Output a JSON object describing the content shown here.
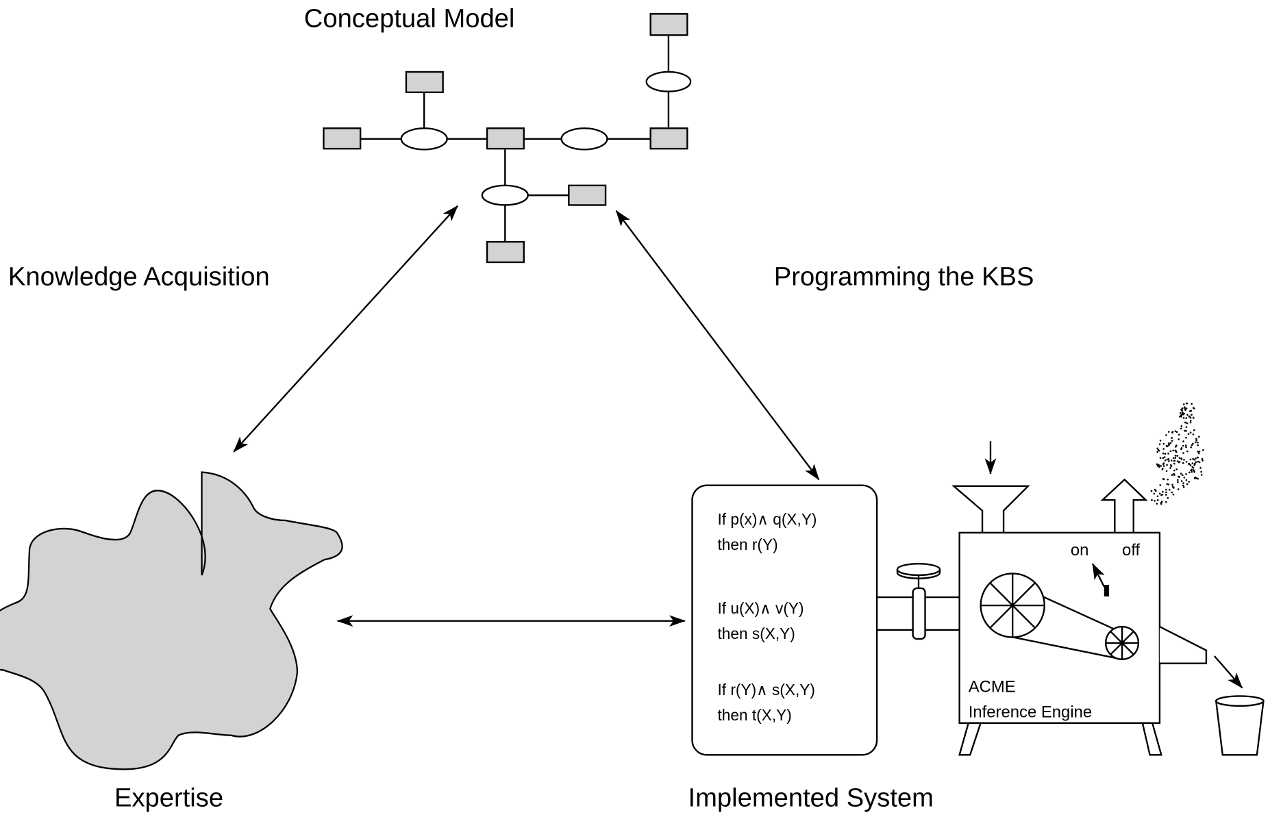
{
  "title_labels": {
    "conceptual_model": "Conceptual Model",
    "knowledge_acquisition": "Knowledge Acquisition",
    "programming_kbs": "Programming the KBS",
    "expertise": "Expertise",
    "implemented_system": "Implemented System"
  },
  "rules": [
    {
      "if": "If p(x)∧ q(X,Y)",
      "then": "then r(Y)"
    },
    {
      "if": "If u(X)∧ v(Y)",
      "then": "then s(X,Y)"
    },
    {
      "if": "If r(Y)∧ s(X,Y)",
      "then": "then t(X,Y)"
    }
  ],
  "engine": {
    "brand": "ACME",
    "name": "Inference Engine",
    "switch_on": "on",
    "switch_off": "off"
  },
  "colors": {
    "node_fill": "#d3d3d3",
    "blob_fill": "#d3d3d3",
    "stroke": "#000000"
  }
}
